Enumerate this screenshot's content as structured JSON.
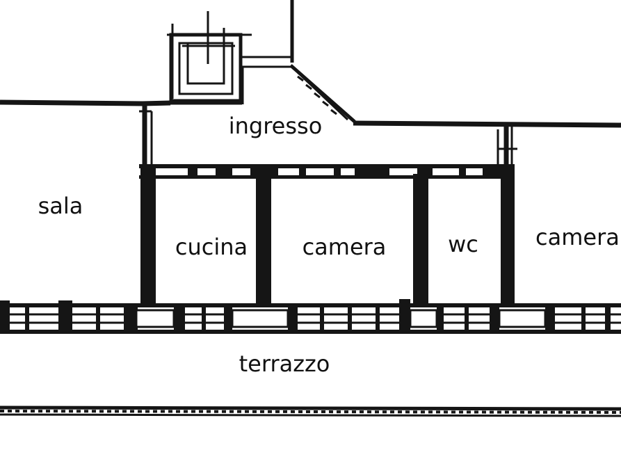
{
  "rooms": {
    "ingresso": "ingresso",
    "sala": "sala",
    "cucina": "cucina",
    "camera_1": "camera",
    "wc": "wc",
    "camera_2": "camera",
    "terrazzo": "terrazzo"
  },
  "colors": {
    "ink": "#151515",
    "paper": "#ffffff"
  }
}
